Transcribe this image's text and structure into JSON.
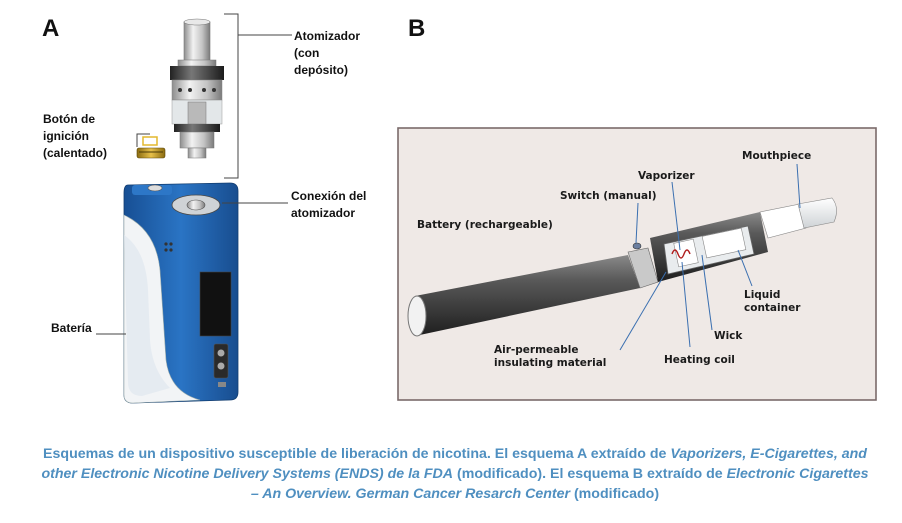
{
  "panel_a": {
    "letter": "A",
    "labels": {
      "atomizer": [
        "Atomizador",
        "(con",
        "depósito)"
      ],
      "ignition": [
        "Botón de",
        "ignición",
        "(calentado)"
      ],
      "connection": [
        "Conexión del",
        "atomizador"
      ],
      "battery": "Batería"
    }
  },
  "panel_b": {
    "letter": "B",
    "labels": {
      "mouthpiece": "Mouthpiece",
      "vaporizer": "Vaporizer",
      "switch": "Switch (manual)",
      "battery": "Battery (rechargeable)",
      "liquid": [
        "Liquid",
        "container"
      ],
      "wick": "Wick",
      "insulating": [
        "Air-permeable",
        "insulating material"
      ],
      "coil": "Heating coil"
    }
  },
  "caption": {
    "p1": "Esquemas de un dispositivo susceptible de liberación de nicotina. El esquema A extraído de ",
    "i1": "Vaporizers, E-Cigarettes, and other Electronic Nicotine Delivery Systems (ENDS) de la FDA",
    "p2": " (modificado). El esquema B extraído de ",
    "i2": "Electronic Cigarettes – An Overview. German Cancer Resarch Center",
    "p3": " (modificado)"
  },
  "colors": {
    "caption": "#4f8fc0",
    "device_blue": "#1f5fae",
    "panel_b_background": "#efe9e6",
    "panel_b_border": "#7a6a6a"
  }
}
